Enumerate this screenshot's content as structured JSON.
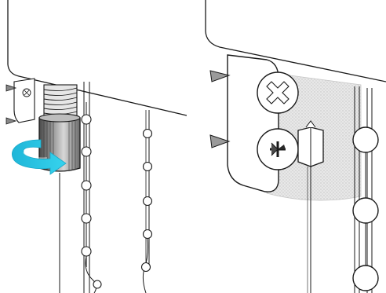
{
  "figure": {
    "panels": [
      {
        "name": "left-panel",
        "depicts": "threaded-shaft-with-knurled-nut"
      },
      {
        "name": "right-panel",
        "depicts": "bracket-with-screws-and-cord-stop"
      }
    ],
    "icons": [
      "rotation-arrow-icon",
      "screw-cross-icon"
    ],
    "colors": {
      "line": "#1a1a1a",
      "fill": "#ffffff",
      "metal_dark": "#4a4a4a",
      "metal_mid": "#9a9a9a",
      "metal_light": "#d8d8d8",
      "arrow": "#25c6e6",
      "translucent_area": "#d9d9d9"
    }
  }
}
